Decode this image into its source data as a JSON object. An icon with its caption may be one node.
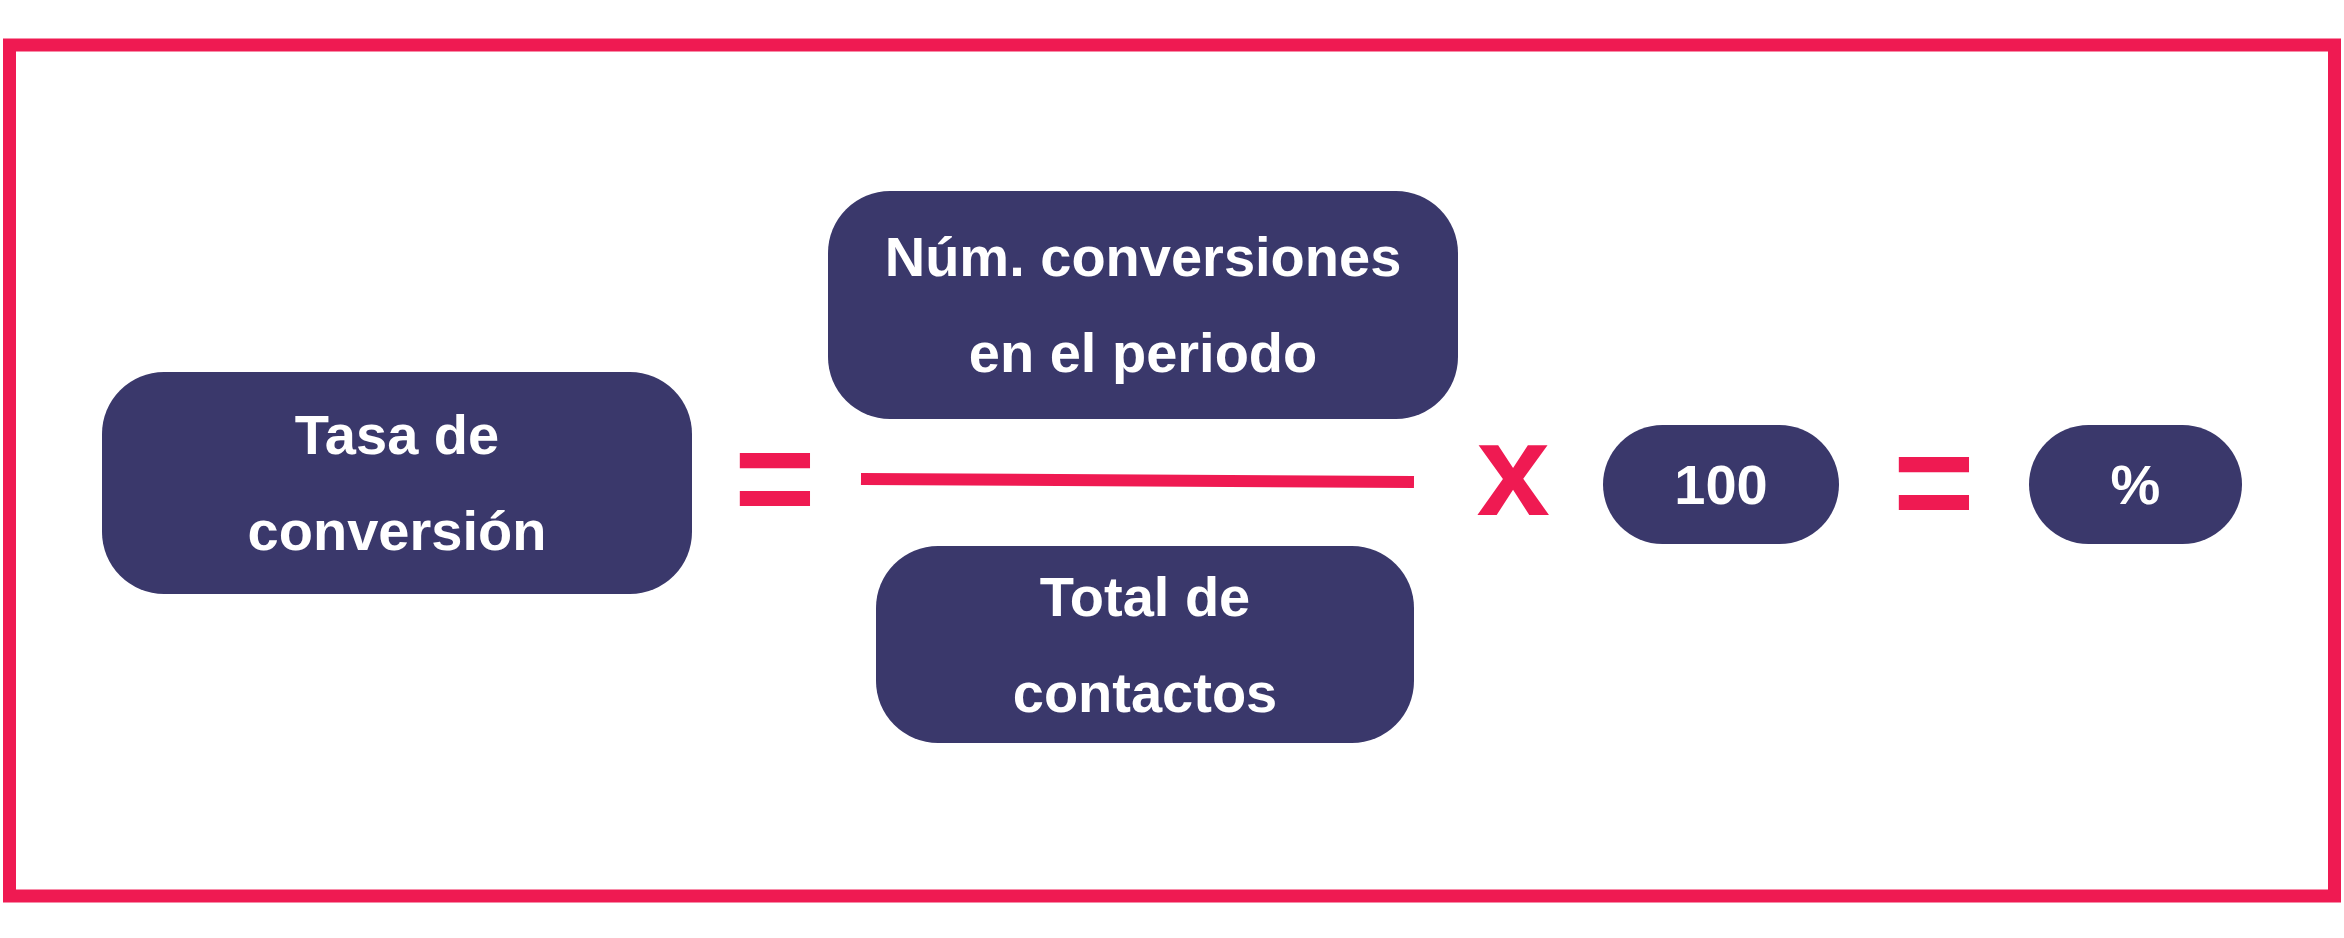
{
  "diagram": {
    "nodes": [
      {
        "text": [
          "Tasa de conversión"
        ]
      },
      {
        "text": [
          "Núm. conversiones en el periodo"
        ]
      },
      {
        "text": [
          "Total de contactos"
        ]
      },
      {
        "text": [
          "100"
        ]
      },
      {
        "text": [
          "%"
        ]
      }
    ],
    "labels": [
      "=",
      "x",
      "="
    ]
  }
}
